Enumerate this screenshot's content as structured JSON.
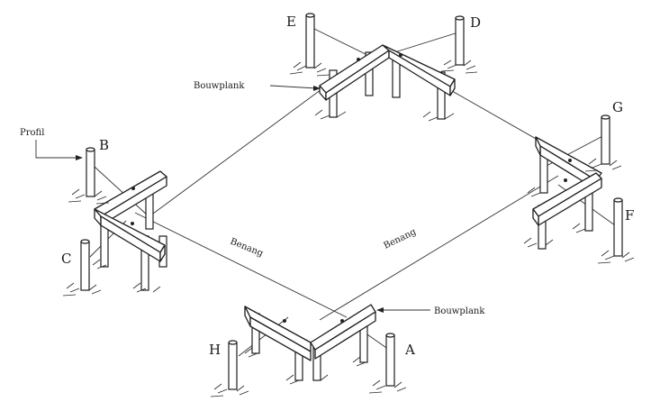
{
  "labels": {
    "A": "A",
    "B": "B",
    "C": "C",
    "D": "D",
    "E": "E",
    "F": "F",
    "G": "G",
    "H": "H",
    "profil": "Profil",
    "bouwplank_top": "Bouwplank",
    "bouwplank_bottom": "Bouwplank",
    "benang_left": "Benang",
    "benang_right": "Benang"
  }
}
